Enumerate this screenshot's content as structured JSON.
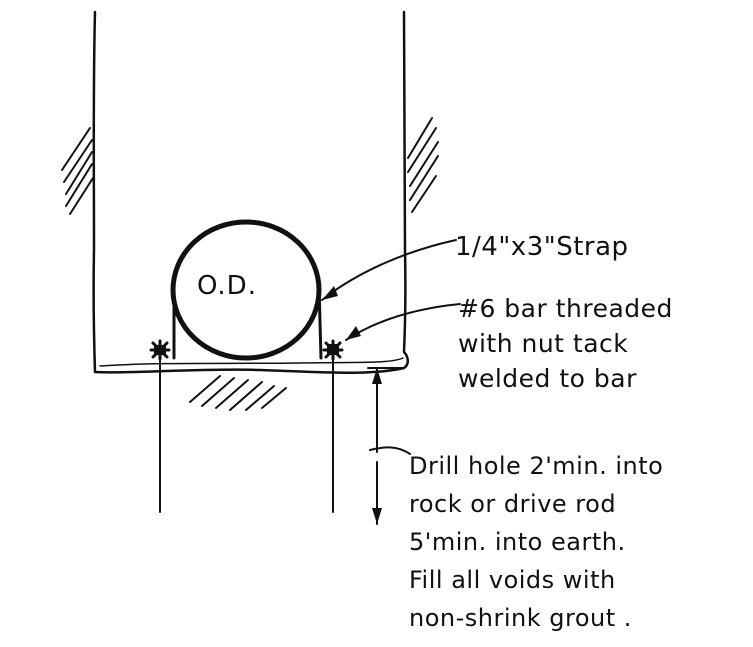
{
  "diagram": {
    "pipe_label": "O.D.",
    "strap_label": "1/4\"x3\"Strap",
    "bar_label_lines": [
      "#6 bar threaded",
      "with nut tack",
      "welded to bar"
    ],
    "drill_label_lines": [
      "Drill hole 2'min. into",
      "rock or drive rod",
      "5'min. into earth.",
      "Fill all voids with",
      "non-shrink grout ."
    ]
  },
  "colors": {
    "ink": "#111111",
    "paper": "#ffffff"
  }
}
